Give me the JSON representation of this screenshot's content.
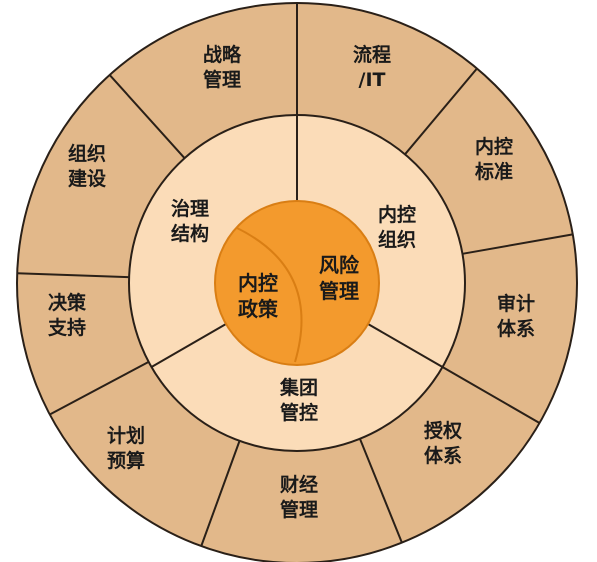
{
  "colors": {
    "outer_ring": "#e2b88a",
    "middle_ring": "#fbdcb8",
    "core": "#f39a2d",
    "core_dark": "#d97e14",
    "line": "#2a2018"
  },
  "outer_ring": [
    {
      "line1": "战略",
      "line2": "管理"
    },
    {
      "line1": "流程",
      "line2": "/IT"
    },
    {
      "line1": "内控",
      "line2": "标准"
    },
    {
      "line1": "审计",
      "line2": "体系"
    },
    {
      "line1": "授权",
      "line2": "体系"
    },
    {
      "line1": "财经",
      "line2": "管理"
    },
    {
      "line1": "计划",
      "line2": "预算"
    },
    {
      "line1": "决策",
      "line2": "支持"
    },
    {
      "line1": "组织",
      "line2": "建设"
    }
  ],
  "middle_ring": [
    {
      "line1": "治理",
      "line2": "结构"
    },
    {
      "line1": "内控",
      "line2": "组织"
    },
    {
      "line1": "集团",
      "line2": "管控"
    }
  ],
  "core": {
    "left": {
      "line1": "内控",
      "line2": "政策"
    },
    "right": {
      "line1": "风险",
      "line2": "管理"
    }
  }
}
